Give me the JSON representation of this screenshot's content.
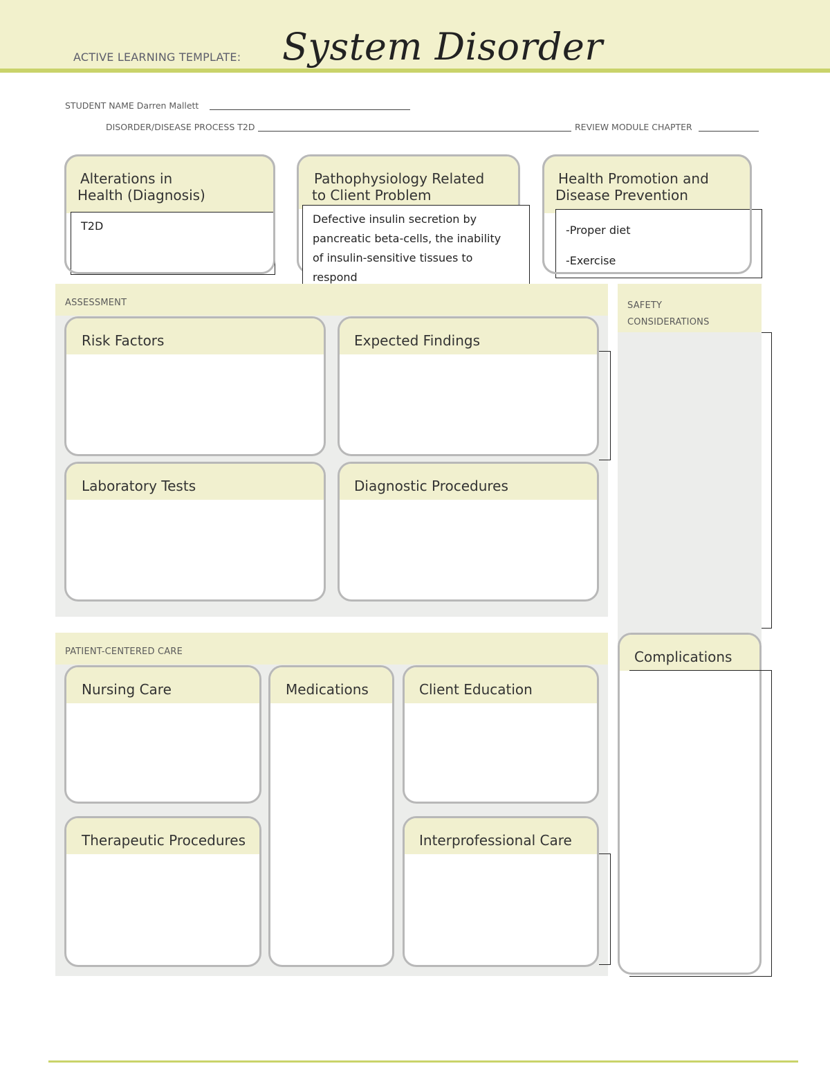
{
  "header": {
    "template_label": "ACTIVE LEARNING TEMPLATE:",
    "title": "System Disorder"
  },
  "student": {
    "name_label": "STUDENT NAME",
    "name_value": "Darren Mallett",
    "disorder_label": "DISORDER/DISEASE PROCESS",
    "disorder_value": "T2D",
    "review_label": "REVIEW MODULE CHAPTER"
  },
  "top_boxes": {
    "alterations": {
      "title_line1": "Alterations in",
      "title_line2": "Health (Diagnosis)",
      "content": "T2D"
    },
    "pathophysiology": {
      "title_line1": "Pathophysiology Related",
      "title_line2": "to Client Problem",
      "content_lines": [
        "Defective insulin secretion by",
        "pancreatic beta-cells, the inability",
        "of insulin-sensitive tissues to",
        "respond"
      ]
    },
    "health_promotion": {
      "title_line1": "Health Promotion and",
      "title_line2": "Disease Prevention",
      "content_lines": [
        "-Proper diet",
        "-Exercise"
      ]
    }
  },
  "assessment": {
    "section_title": "ASSESSMENT",
    "risk_factors": "Risk Factors",
    "expected_findings": "Expected Findings",
    "laboratory_tests": "Laboratory Tests",
    "diagnostic_procedures": "Diagnostic Procedures"
  },
  "safety": {
    "title_line1": "SAFETY",
    "title_line2": "CONSIDERATIONS",
    "complications": "Complications"
  },
  "patient_care": {
    "section_title": "PATIENT-CENTERED CARE",
    "nursing_care": "Nursing Care",
    "medications": "Medications",
    "client_education": "Client Education",
    "therapeutic_procedures": "Therapeutic Procedures",
    "interprofessional_care": "Interprofessional Care"
  }
}
